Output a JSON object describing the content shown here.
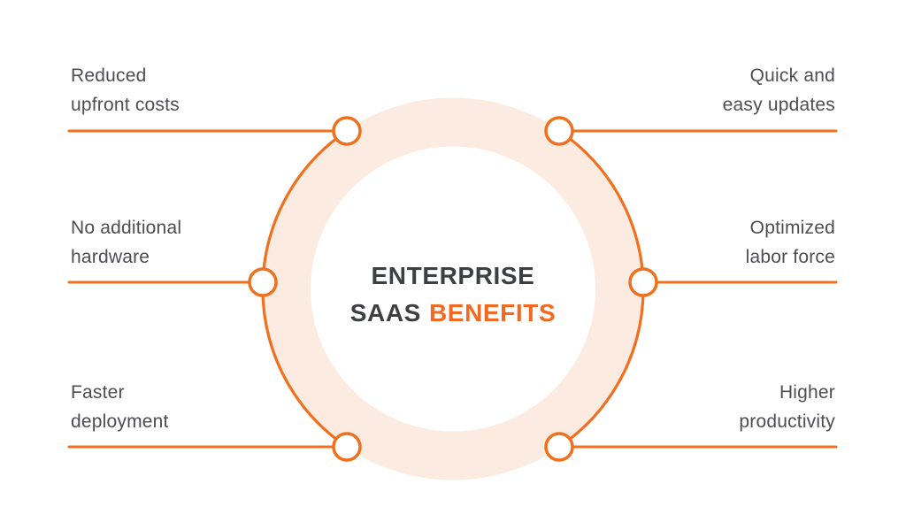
{
  "title": {
    "line1": "ENTERPRISE",
    "line2_dark": "SAAS",
    "line2_accent": "BENEFITS"
  },
  "benefits": [
    {
      "id": "reduced-upfront-costs",
      "line1": "Reduced",
      "line2": "upfront costs",
      "side": "left",
      "row": "top"
    },
    {
      "id": "quick-easy-updates",
      "line1": "Quick and",
      "line2": "easy updates",
      "side": "right",
      "row": "top"
    },
    {
      "id": "no-additional-hardware",
      "line1": "No additional",
      "line2": "hardware",
      "side": "left",
      "row": "middle"
    },
    {
      "id": "optimized-labor-force",
      "line1": "Optimized",
      "line2": "labor force",
      "side": "right",
      "row": "middle"
    },
    {
      "id": "faster-deployment",
      "line1": "Faster",
      "line2": "deployment",
      "side": "left",
      "row": "bottom"
    },
    {
      "id": "higher-productivity",
      "line1": "Higher",
      "line2": "productivity",
      "side": "right",
      "row": "bottom"
    }
  ],
  "colors": {
    "accent_orange": "#F1701E",
    "title_accent_orange": "#F26A21",
    "ring_peach": "#FCEBE1",
    "label_gray": "#4D4E52",
    "title_dark": "#3E3F43",
    "background": "#FFFFFF"
  }
}
